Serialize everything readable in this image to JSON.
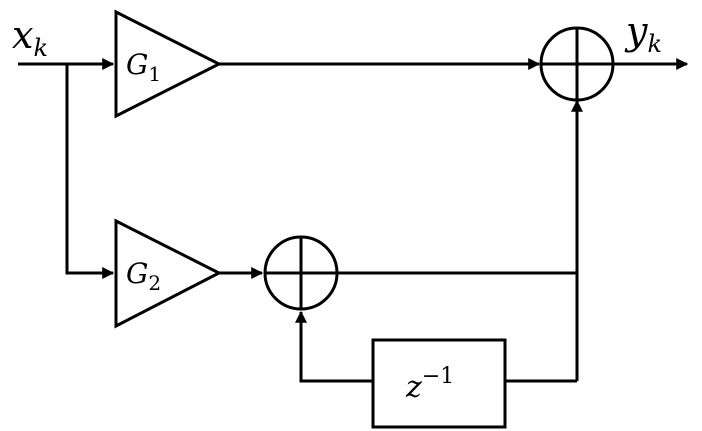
{
  "diagram": {
    "input": {
      "symbol": "x",
      "subscript": "k"
    },
    "output": {
      "symbol": "y",
      "subscript": "k"
    },
    "gain1": {
      "symbol": "G",
      "subscript": "1"
    },
    "gain2": {
      "symbol": "G",
      "subscript": "2"
    },
    "delay": {
      "symbol": "z",
      "superscript": "−1"
    },
    "colors": {
      "stroke": "#000000",
      "background": "#ffffff"
    }
  }
}
